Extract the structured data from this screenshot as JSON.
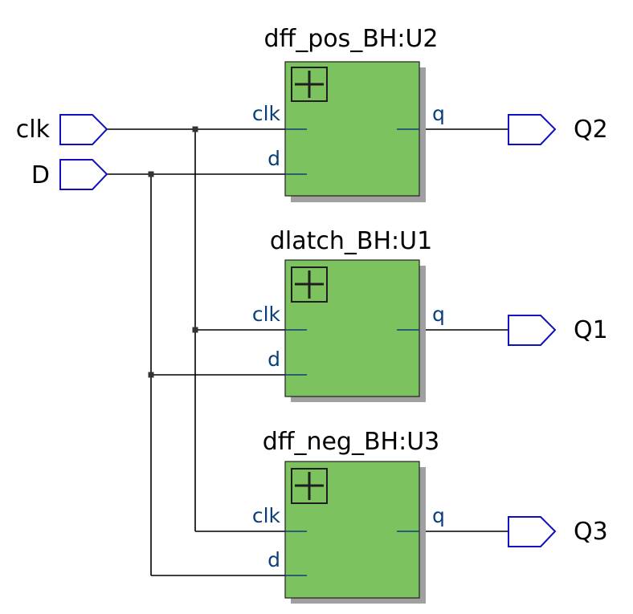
{
  "inputs": [
    {
      "label": "clk"
    },
    {
      "label": "D"
    }
  ],
  "outputs": [
    {
      "label": "Q2"
    },
    {
      "label": "Q1"
    },
    {
      "label": "Q3"
    }
  ],
  "blocks": [
    {
      "title": "dff_pos_BH:U2",
      "pin_clk": "clk",
      "pin_d": "d",
      "pin_q": "q"
    },
    {
      "title": "dlatch_BH:U1",
      "pin_clk": "clk",
      "pin_d": "d",
      "pin_q": "q"
    },
    {
      "title": "dff_neg_BH:U3",
      "pin_clk": "clk",
      "pin_d": "d",
      "pin_q": "q"
    }
  ],
  "colors": {
    "block_fill": "#7cc360",
    "port_stroke": "#1010c0",
    "pin_text": "#0b3f7a"
  }
}
